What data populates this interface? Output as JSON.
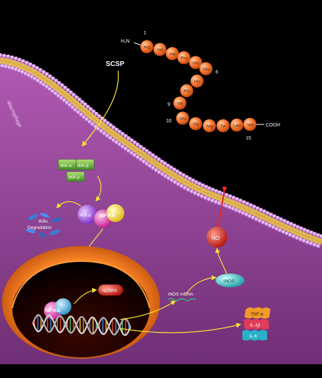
{
  "peptide": {
    "n_terminus": "H₂N",
    "c_terminus": "COOH",
    "residues": [
      "Arg",
      "Val",
      "Ala",
      "Pro",
      "Glu",
      "Glu",
      "His",
      "Pro",
      "Val",
      "Glu",
      "Gly",
      "Arg",
      "Tyr",
      "Leu",
      "Val"
    ],
    "position_labels": [
      "1",
      "6",
      "9",
      "10",
      "15"
    ]
  },
  "labels": {
    "scsp": "SCSP",
    "macrophage": "Macrophage",
    "ikk_alpha": "IKK-α",
    "ikk_beta": "IKK-β",
    "ikk_gamma": "IKK-γ",
    "ikb_alpha": "IKB-α",
    "nfkb": "NF-KB",
    "ikbs_line1": "IKBs",
    "ikbs_line2": "Degradation",
    "nucleus_nfkb": "NF-KB",
    "nlrp3": "NLRP3",
    "inos_mrna": "iNOS mRNA",
    "inos": "iNOS",
    "no": "NO",
    "tnf": "TNF-α",
    "il1b": "IL-1β",
    "il6": "IL-6"
  },
  "colors": {
    "background": "#000000",
    "cytoplasm": "#8e3f8e",
    "membrane_head": "#e2a6f2",
    "membrane_tail": "#e8c24a",
    "residue": "#f7762f",
    "arrow": "#f2e634",
    "nucleus": "#ee6a1c",
    "ikk_green": "#69b847",
    "nfkb_violet": "#b45fe8",
    "nfkb_pink": "#ef52c5",
    "nfkb_cyan": "#59bde8",
    "nlrp3_red": "#e32828",
    "inos_teal": "#3fd5d5",
    "no_red": "#e8271b"
  }
}
